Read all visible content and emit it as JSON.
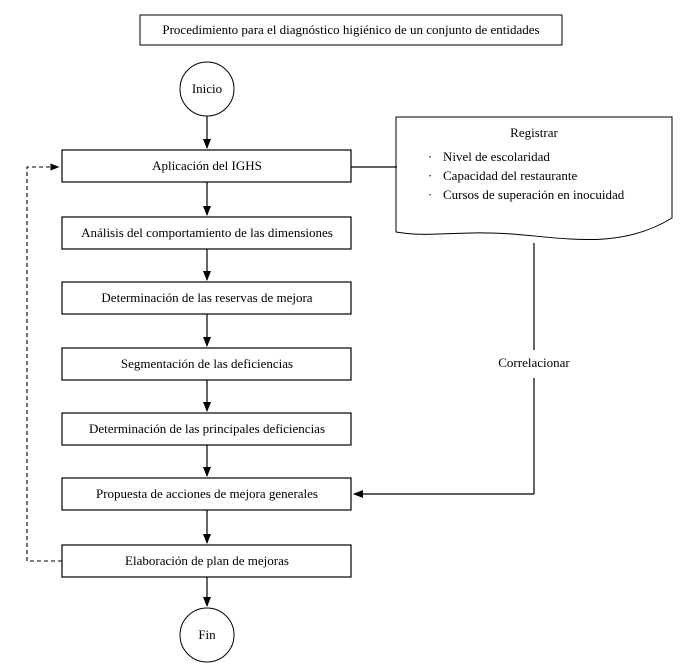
{
  "diagram": {
    "title": "Procedimiento para el diagnóstico higiénico de un conjunto de entidades",
    "start_label": "Inicio",
    "end_label": "Fin",
    "side_label": "Correlacionar",
    "steps": [
      {
        "id": "step-1",
        "label": "Aplicación del IGHS"
      },
      {
        "id": "step-2",
        "label": "Análisis del comportamiento de las dimensiones"
      },
      {
        "id": "step-3",
        "label": "Determinación de las reservas de mejora"
      },
      {
        "id": "step-4",
        "label": "Segmentación de las deficiencias"
      },
      {
        "id": "step-5",
        "label": "Determinación de las principales deficiencias"
      },
      {
        "id": "step-6",
        "label": "Propuesta de acciones de mejora generales"
      },
      {
        "id": "step-7",
        "label": "Elaboración de plan de mejoras"
      }
    ],
    "document": {
      "title": "Registrar",
      "bullet_marker": "·",
      "items": [
        "Nivel de escolaridad",
        "Capacidad del restaurante",
        "Cursos de superación en inocuidad"
      ]
    },
    "colors": {
      "stroke": "#000000",
      "fill": "#ffffff",
      "text": "#000000"
    }
  }
}
